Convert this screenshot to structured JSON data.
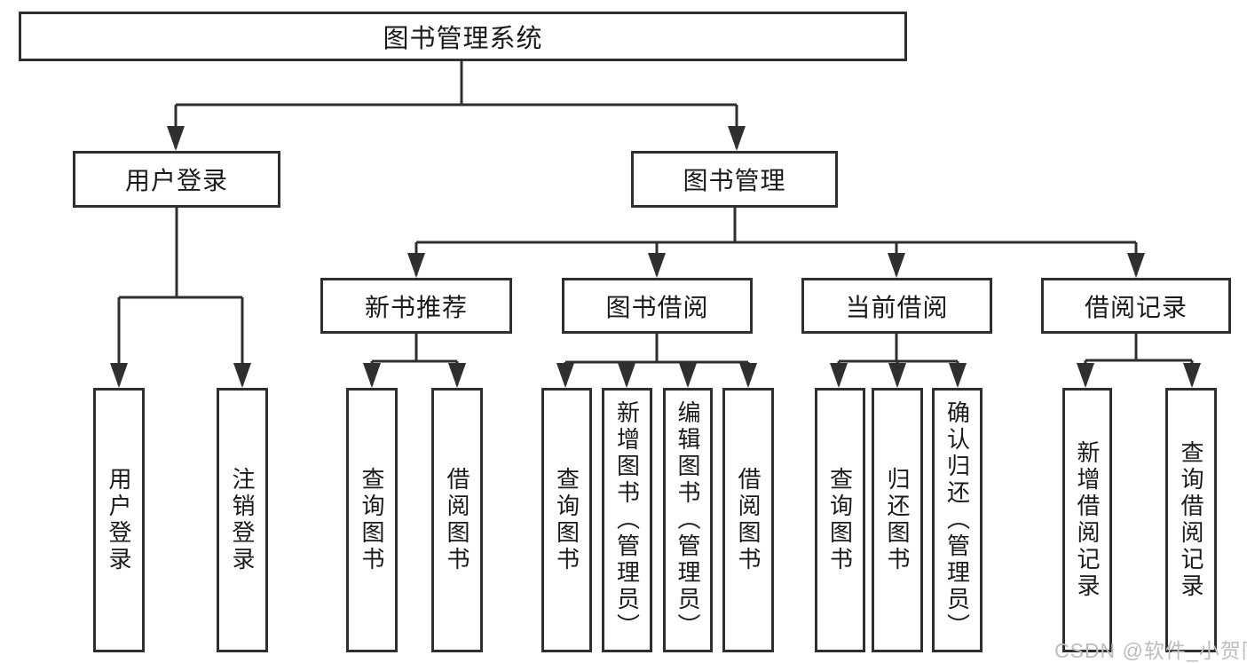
{
  "diagram": {
    "root": {
      "label": "图书管理系统"
    },
    "level2": [
      {
        "label": "用户登录"
      },
      {
        "label": "图书管理"
      }
    ],
    "groups": {
      "user_login_children": [
        {
          "label": "用户登录"
        },
        {
          "label": "注销登录"
        }
      ],
      "book_mgmt_children": [
        {
          "label": "新书推荐"
        },
        {
          "label": "图书借阅"
        },
        {
          "label": "当前借阅"
        },
        {
          "label": "借阅记录"
        }
      ],
      "new_book_children": [
        {
          "label": "查询图书"
        },
        {
          "label": "借阅图书"
        }
      ],
      "book_borrow_children": [
        {
          "label": "查询图书"
        },
        {
          "label": "新增图书（管理员）"
        },
        {
          "label": "编辑图书（管理员）"
        },
        {
          "label": "借阅图书"
        }
      ],
      "current_borrow_children": [
        {
          "label": "查询图书"
        },
        {
          "label": "归还图书"
        },
        {
          "label": "确认归还（管理员）"
        }
      ],
      "borrow_record_children": [
        {
          "label": "新增借阅记录"
        },
        {
          "label": "查询借阅记录"
        }
      ]
    }
  },
  "watermark": {
    "text": "CSDN @软件_小贺同学"
  },
  "colors": {
    "line": "#2f2f2f",
    "text": "#1a1a1a",
    "box_background": "#ffffff",
    "watermark": "#bdbdbd"
  }
}
